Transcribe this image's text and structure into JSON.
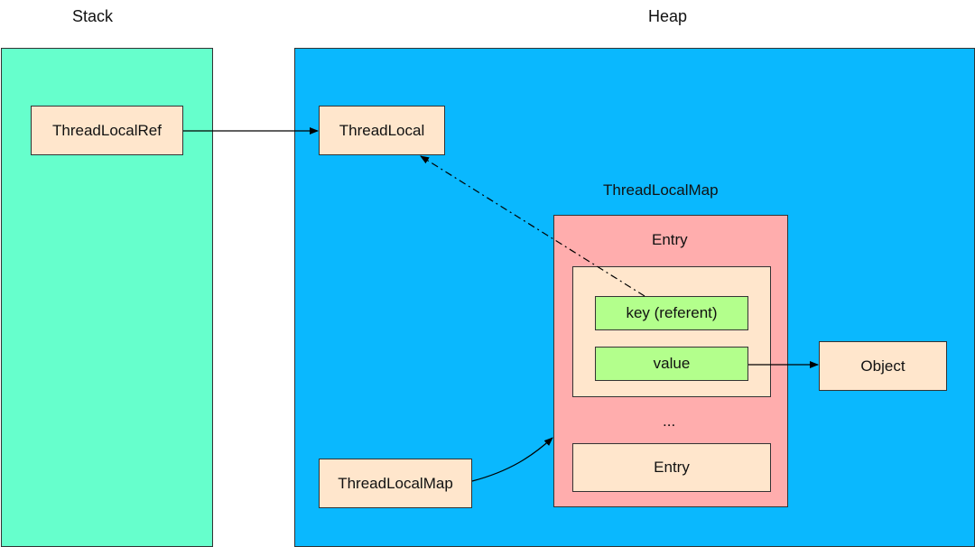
{
  "headings": {
    "stack": "Stack",
    "heap": "Heap"
  },
  "nodes": {
    "thread_local_ref": "ThreadLocalRef",
    "thread_local": "ThreadLocal",
    "thread_local_map_label": "ThreadLocalMap",
    "entry_title": "Entry",
    "key": "key (referent)",
    "value": "value",
    "ellipsis": "...",
    "entry_bottom": "Entry",
    "thread_local_map_box": "ThreadLocalMap",
    "object": "Object"
  },
  "colors": {
    "stack_bg": "#66ffcc",
    "heap_bg": "#0ab8fe",
    "peach": "#ffe6cc",
    "green": "#b3ff8c",
    "pink": "#ffadad",
    "line": "#000000"
  },
  "edges": [
    {
      "from": "ThreadLocalRef",
      "to": "ThreadLocal",
      "style": "solid"
    },
    {
      "from": "key (referent)",
      "to": "ThreadLocal",
      "style": "dash-dot"
    },
    {
      "from": "value",
      "to": "Object",
      "style": "solid"
    },
    {
      "from": "ThreadLocalMap",
      "to": "ThreadLocalMap container",
      "style": "solid-curved"
    }
  ]
}
